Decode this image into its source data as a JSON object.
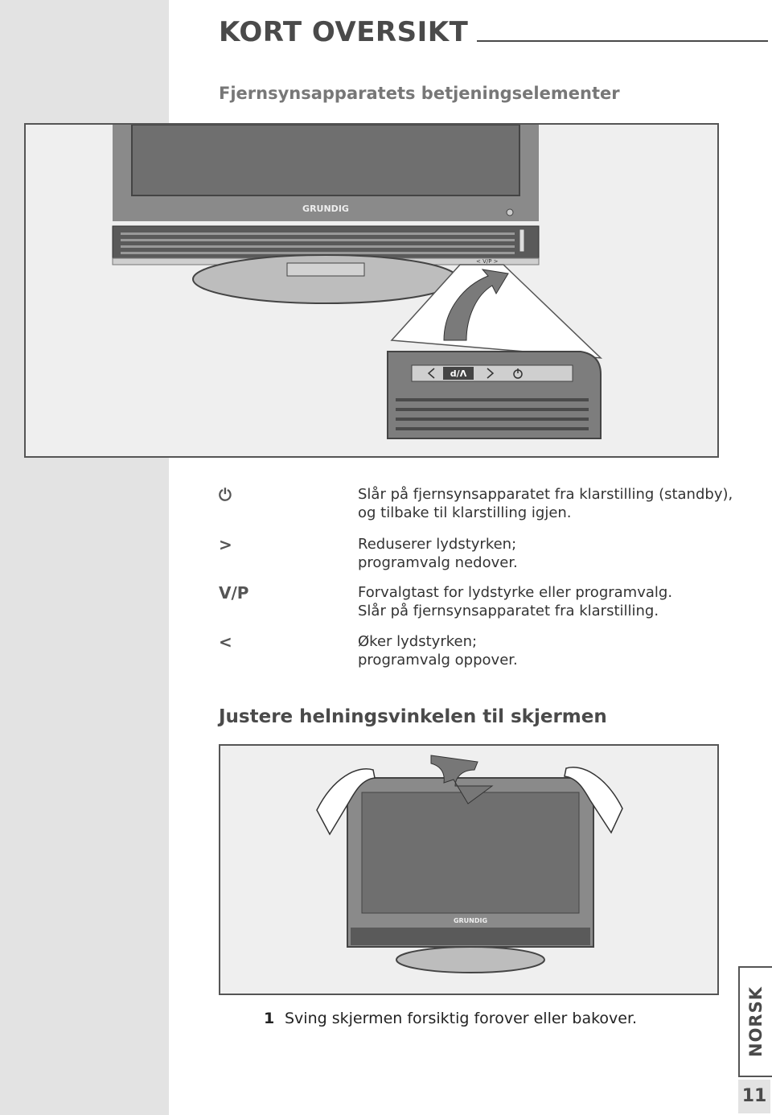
{
  "header": {
    "title": "KORT OVERSIKT",
    "subtitle": "Fjernsynsapparatets betjeningselementer"
  },
  "figure1": {
    "brand": "GRUNDIG",
    "small_buttons_label": "< V/P >",
    "zoom_button_label": "d/Λ"
  },
  "legend": [
    {
      "symbol": "⏻",
      "icon": "power-icon",
      "line1": "Slår på fjernsynsapparatet fra klarstilling (standby),",
      "line2": "og tilbake til klarstilling igjen."
    },
    {
      "symbol": ">",
      "icon": "greater-than-icon",
      "line1": "Reduserer lydstyrken;",
      "line2": "programvalg  nedover."
    },
    {
      "symbol": "V/P",
      "icon": "",
      "line1": "Forvalgtast for lydstyrke eller programvalg.",
      "line2": "Slår på fjernsynsapparatet fra klarstilling."
    },
    {
      "symbol": "<",
      "icon": "less-than-icon",
      "line1": "Øker lydstyrken;",
      "line2": "programvalg oppover."
    }
  ],
  "section2": {
    "title": "Justere helningsvinkelen til skjermen",
    "brand": "GRUNDIG",
    "steps": [
      {
        "number": "1",
        "text": "Sving skjermen forsiktig forover eller bakover."
      }
    ]
  },
  "sidebar": {
    "language": "NORSK",
    "page_number": "11"
  }
}
